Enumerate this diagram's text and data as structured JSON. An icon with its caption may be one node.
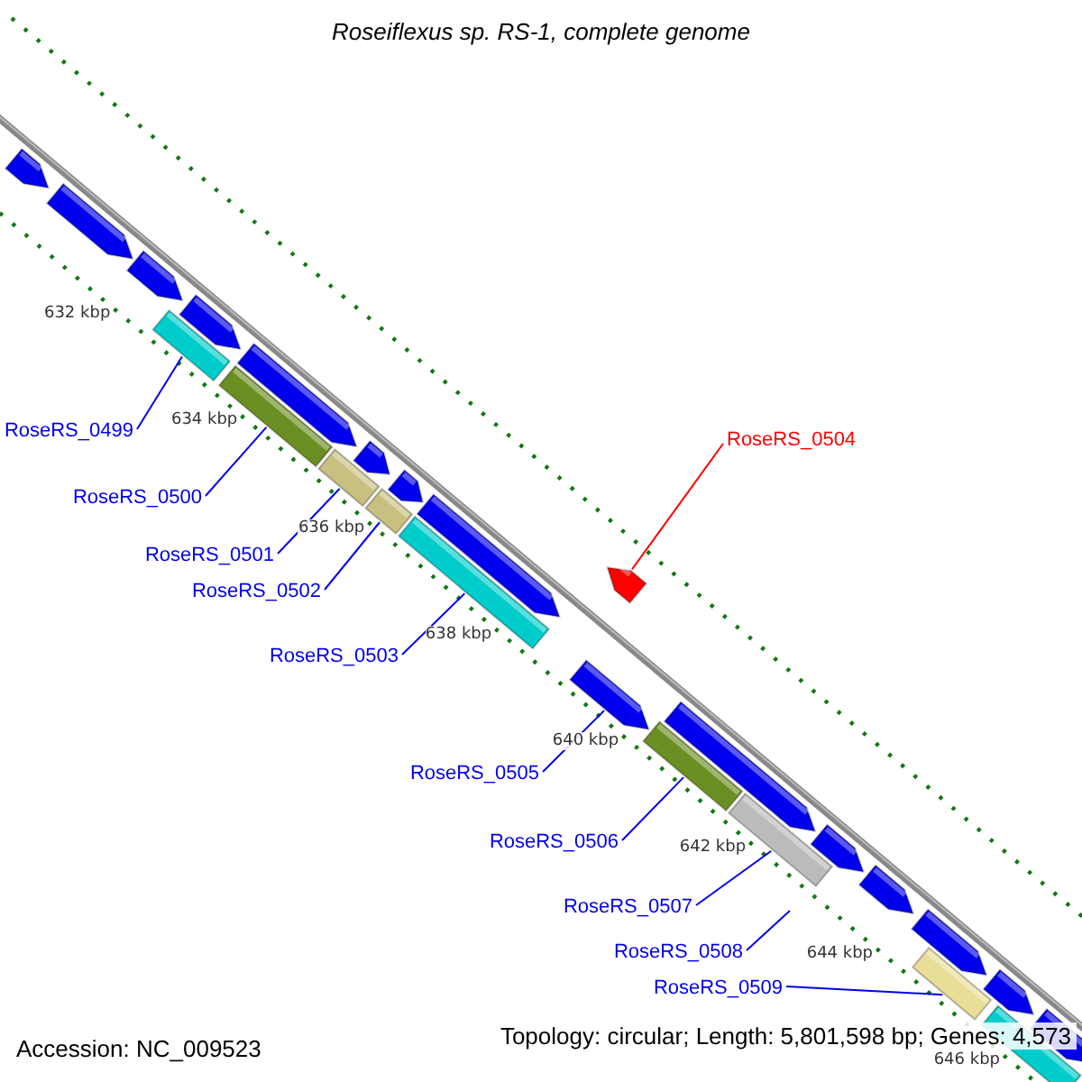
{
  "diagram": {
    "title": "Roseiflexus sp. RS-1, complete genome",
    "nodes": [
      {
        "text": [],
        "shape": "pentagon"
      },
      {
        "text": [],
        "shape": "pentagon"
      },
      {
        "text": [],
        "shape": "pentagon"
      },
      {
        "text": [],
        "shape": "bar"
      },
      {
        "text": [],
        "shape": "pentagon"
      },
      {
        "text": [],
        "shape": "bar"
      },
      {
        "text": [],
        "shape": "pentagon"
      },
      {
        "text": [],
        "shape": "bar"
      },
      {
        "text": [],
        "shape": "pentagon"
      },
      {
        "text": [],
        "shape": "bar"
      },
      {
        "text": [],
        "shape": "pentagon"
      },
      {
        "text": [],
        "shape": "bar"
      },
      {
        "text": [],
        "shape": "pentagon"
      },
      {
        "text": [],
        "shape": "pentagon"
      },
      {
        "text": [],
        "shape": "pentagon"
      },
      {
        "text": [],
        "shape": "bar"
      },
      {
        "text": [],
        "shape": "pentagon"
      },
      {
        "text": [],
        "shape": "bar"
      },
      {
        "text": [],
        "shape": "pentagon"
      },
      {
        "text": [],
        "shape": "pentagon"
      },
      {
        "text": [],
        "shape": "pentagon"
      },
      {
        "text": [],
        "shape": "bar"
      },
      {
        "text": [],
        "shape": "pentagon"
      },
      {
        "text": [],
        "shape": "bar"
      },
      {
        "text": [],
        "shape": "pentagon"
      },
      {
        "text": [
          "RoseRS_0499"
        ]
      },
      {
        "text": [
          "RoseRS_0504"
        ]
      },
      {
        "text": [
          "RoseRS_0500"
        ]
      },
      {
        "text": [
          "RoseRS_0501"
        ]
      },
      {
        "text": [
          "RoseRS_0502"
        ]
      },
      {
        "text": [
          "RoseRS_0503"
        ]
      },
      {
        "text": [
          "RoseRS_0505"
        ]
      },
      {
        "text": [
          "RoseRS_0506"
        ]
      },
      {
        "text": [
          "RoseRS_0507"
        ]
      },
      {
        "text": [
          "RoseRS_0508"
        ]
      },
      {
        "text": [
          "RoseRS_0509"
        ]
      }
    ],
    "edges": [
      {
        "from": 25,
        "to": 3,
        "arrow": "none"
      },
      {
        "from": 26,
        "to": 13,
        "arrow": "none",
        "color": "#ff0000"
      },
      {
        "from": 27,
        "to": 5,
        "arrow": "none"
      },
      {
        "from": 28,
        "to": 7,
        "arrow": "none"
      },
      {
        "from": 29,
        "to": 9,
        "arrow": "none"
      },
      {
        "from": 30,
        "to": 11,
        "arrow": "none"
      },
      {
        "from": 31,
        "to": 14,
        "arrow": "none"
      },
      {
        "from": 32,
        "to": 15,
        "arrow": "none"
      },
      {
        "from": 33,
        "to": 17,
        "arrow": "none"
      },
      {
        "from": 34,
        "to": null,
        "arrow": "none"
      },
      {
        "from": 35,
        "to": 21,
        "arrow": "none"
      }
    ],
    "labels": [
      "632 kbp",
      "634 kbp",
      "636 kbp",
      "638 kbp",
      "640 kbp",
      "642 kbp",
      "644 kbp",
      "646 kbp",
      "Accession: NC_009523",
      "Topology: circular; Length: 5,801,598 bp; Genes: 4,573"
    ]
  }
}
